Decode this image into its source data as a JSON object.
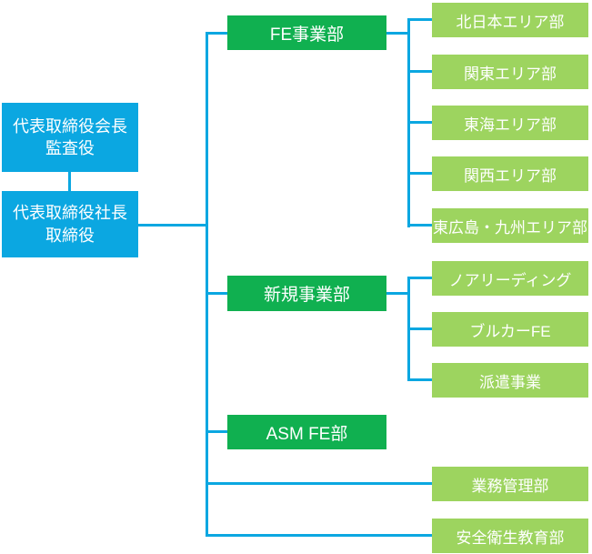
{
  "diagram_type": "organization-chart",
  "colors": {
    "executive_box_blue": "#0ba7e1",
    "division_box_green": "#10b050",
    "department_box_light_green": "#9dd45f",
    "connector_blue": "#0ba7e1",
    "text": "#ffffff"
  },
  "executives": [
    {
      "line1": "代表取締役会長",
      "line2": "監査役"
    },
    {
      "line1": "代表取締役社長",
      "line2": "取締役"
    }
  ],
  "divisions": [
    {
      "label": "FE事業部",
      "departments": [
        "北日本エリア部",
        "関東エリア部",
        "東海エリア部",
        "関西エリア部",
        "東広島・九州エリア部"
      ]
    },
    {
      "label": "新規事業部",
      "departments": [
        "ノアリーディング",
        "ブルカーFE",
        "派遣事業"
      ]
    },
    {
      "label": "ASM FE部",
      "departments": []
    }
  ],
  "direct_departments": [
    "業務管理部",
    "安全衛生教育部"
  ]
}
